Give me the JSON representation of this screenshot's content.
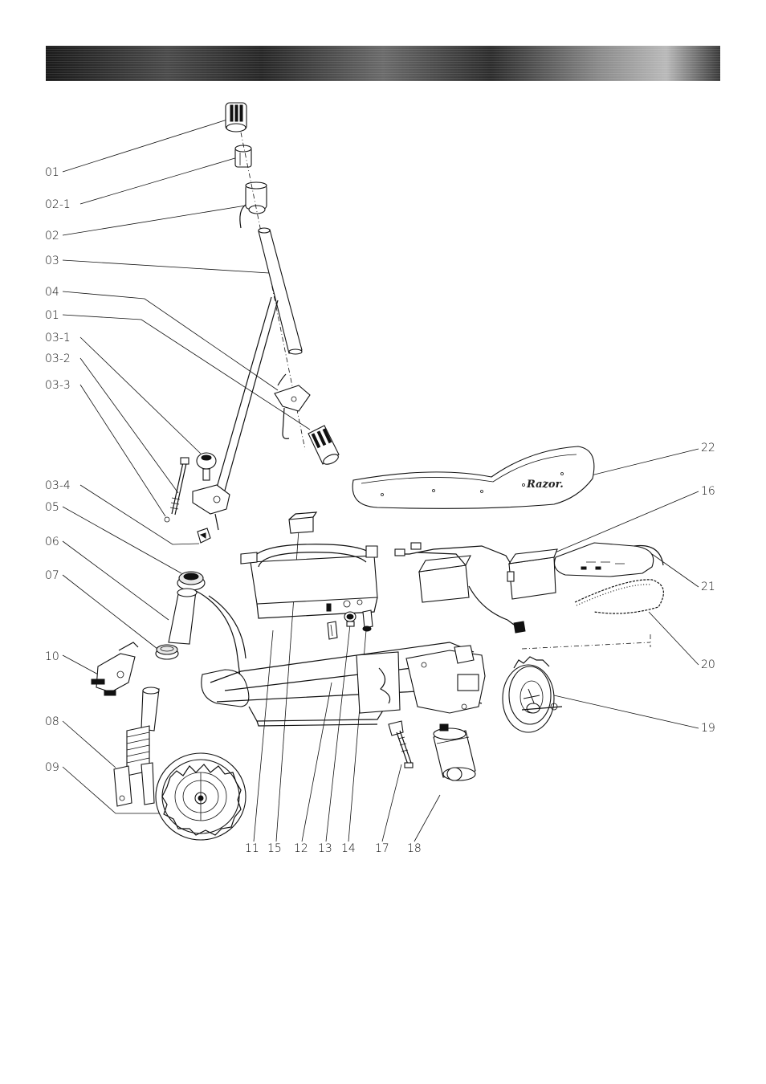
{
  "labels": {
    "p01": "01",
    "p02_1": "02-1",
    "p02": "02",
    "p03": "03",
    "p04": "04",
    "p01b": "01",
    "p03_1": "03-1",
    "p03_2": "03-2",
    "p03_3": "03-3",
    "p03_4": "03-4",
    "p05": "05",
    "p06": "06",
    "p07": "07",
    "p10": "10",
    "p08": "08",
    "p09": "09",
    "p22": "22",
    "p16": "16",
    "p21": "21",
    "p20": "20",
    "p19": "19",
    "p11": "11",
    "p15": "15",
    "p12": "12",
    "p13": "13",
    "p14": "14",
    "p17": "17",
    "p18": "18"
  },
  "logo_text": "Razor."
}
